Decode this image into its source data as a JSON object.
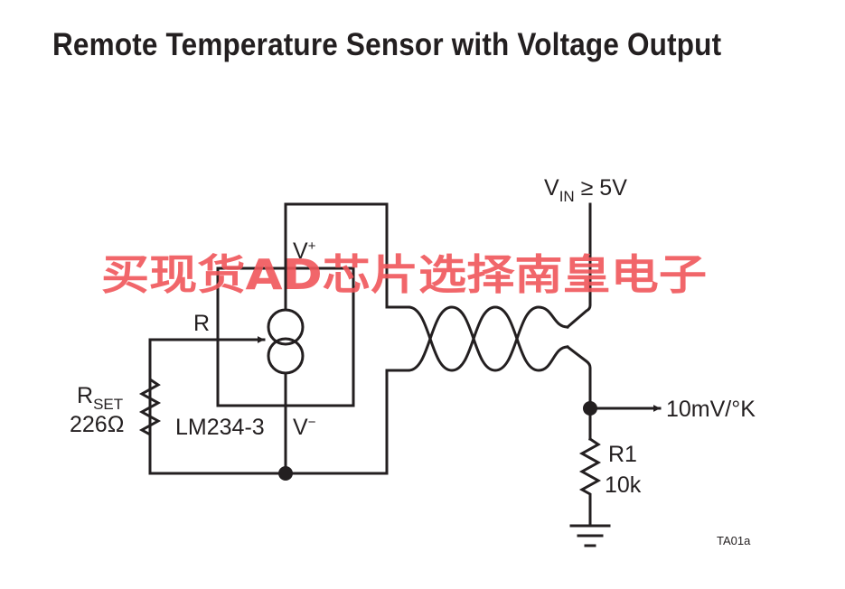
{
  "title": "Remote Temperature Sensor with Voltage Output",
  "labels": {
    "vin_main": "V",
    "vin_sub": "IN",
    "vin_rest": " ≥ 5V",
    "vplus_main": "V",
    "vplus_sup": "+",
    "r_pin": "R",
    "rset_main": "R",
    "rset_sub": "SET",
    "rset_value": "226Ω",
    "ic_name": "LM234-3",
    "vminus_main": "V",
    "vminus_sup": "−",
    "output": "10mV/°K",
    "r1_name": "R1",
    "r1_value": "10k",
    "figure_tag": "TA01a"
  },
  "watermark": "买现货AD芯片选择南皇电子",
  "colors": {
    "ink": "#231f20",
    "watermark": "#f0555a"
  }
}
